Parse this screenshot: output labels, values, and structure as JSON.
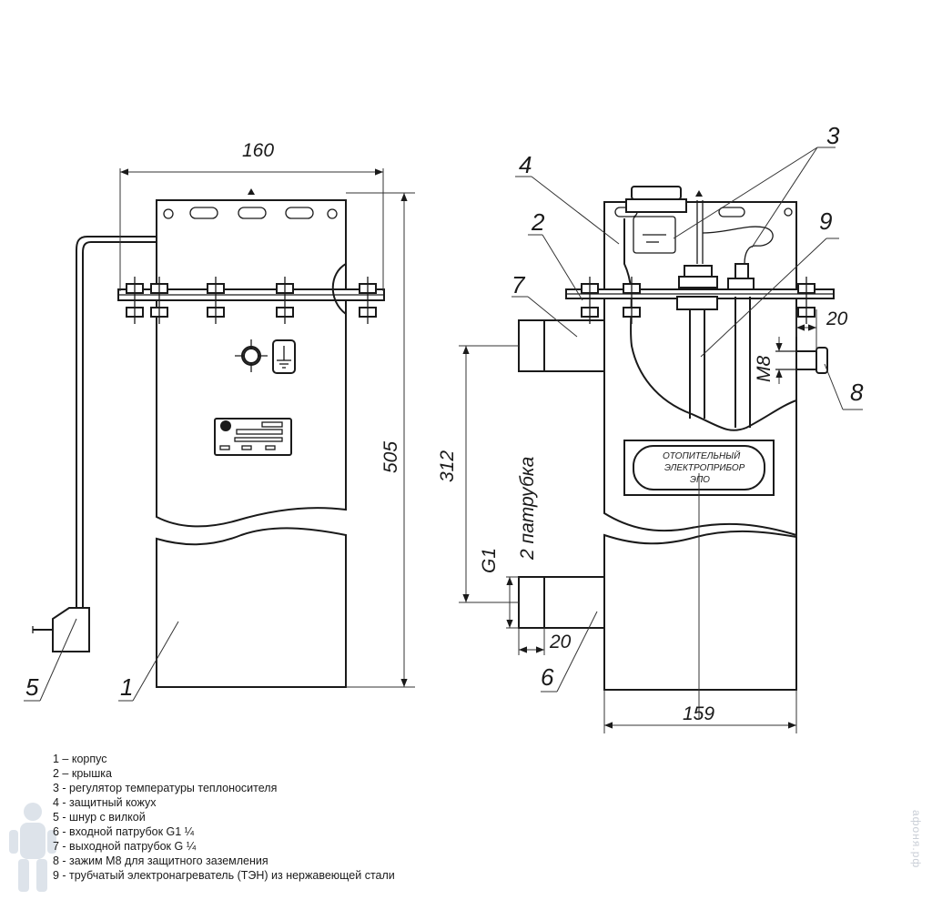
{
  "dimensions": {
    "width_left": "160",
    "height_left": "505",
    "width_right": "159",
    "height_inlet": "312",
    "offset_top": "20",
    "offset_bottom": "20",
    "thread_inlet": "G1",
    "thread_note": "2 патрубка",
    "clamp_thread": "M8"
  },
  "callouts": [
    "1",
    "5",
    "2",
    "3",
    "4",
    "6",
    "7",
    "8",
    "9"
  ],
  "plate": {
    "line1": "ОТОПИТЕЛЬНЫЙ",
    "line2": "ЭЛЕКТРОПРИБОР",
    "line3": "ЭПО"
  },
  "legend": [
    "1 – корпус",
    "2 – крышка",
    "3 - регулятор температуры теплоносителя",
    "4 - защитный кожух",
    "5 - шнур с вилкой",
    "6 - входной патрубок G1 ¼",
    "7 - выходной патрубок G ¼",
    "8 - зажим М8 для защитного заземления",
    "9 - трубчатый электронагреватель (ТЭН) из нержавеющей стали"
  ],
  "watermark": "афоня.рф",
  "icons": [
    "ground-symbol-icon",
    "plumber-mascot-icon"
  ],
  "colors": {
    "line": "#1a1a1a",
    "watermark": "#c9ced6"
  }
}
